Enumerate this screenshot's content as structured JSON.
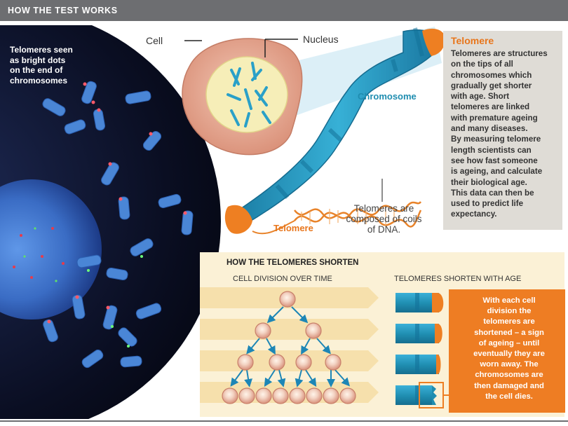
{
  "header": {
    "title": "HOW THE TEST WORKS"
  },
  "micro": {
    "caption": [
      "Telomeres seen",
      "as bright dots",
      "on the end of",
      "chromosomes"
    ]
  },
  "labels": {
    "cell": "Cell",
    "nucleus": "Nucleus",
    "chromosome": "Chromosome",
    "telomere_tip": "Telomere",
    "dna_caption": [
      "Telomeres are",
      "composed of coils",
      "of DNA."
    ]
  },
  "info": {
    "title": "Telomere",
    "lines": [
      "Telomeres are structures",
      "on the tips of all",
      "chromosomes which",
      "gradually get shorter",
      "with age. Short",
      "telomeres are linked",
      "with premature ageing",
      "and many diseases.",
      "By measuring telomere",
      "length scientists can",
      "see how fast someone",
      "is ageing, and calculate",
      "their biological age.",
      "This data can then be",
      "used to predict life",
      "expectancy."
    ]
  },
  "shorten": {
    "title": "HOW THE TELOMERES SHORTEN",
    "division_label": "CELL DIVISION OVER TIME",
    "age_label": "TELOMERES SHORTEN WITH AGE",
    "note_lines": [
      "With each cell",
      "division the",
      "telomeres are",
      "shortened – a sign",
      "of ageing – until",
      "eventually they are",
      "worn away. The",
      "chromosomes are",
      "then damaged and",
      "the cell dies."
    ]
  },
  "colors": {
    "header_bg": "#6d6e71",
    "chromosome_blue": "#1f8db0",
    "telomere_orange": "#e8761c",
    "info_bg": "#dfdcd6",
    "tree_bg": "#fbf1d6",
    "note_bg": "#ee7d23",
    "cell_fill": "#e7a68f",
    "nucleus_fill": "#f6eeb8"
  }
}
